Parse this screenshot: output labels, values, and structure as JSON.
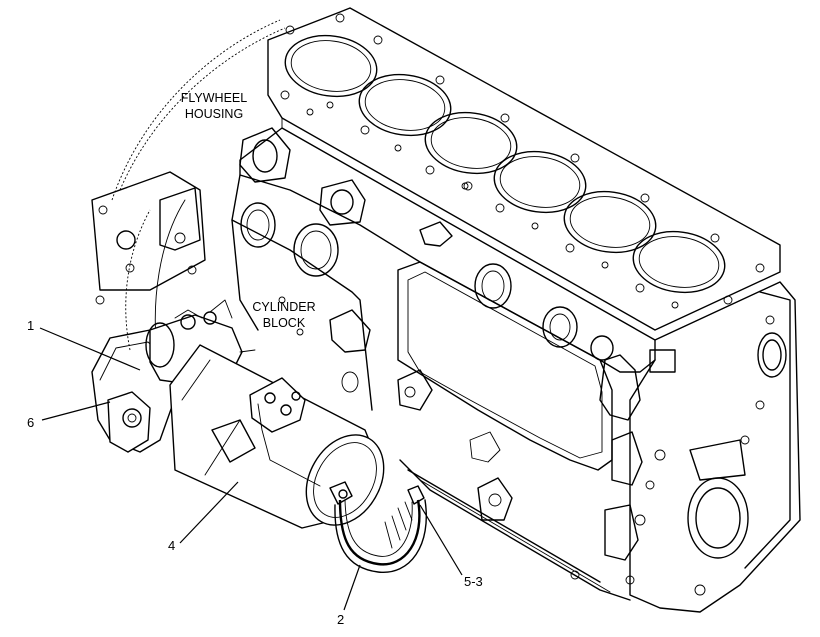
{
  "area_labels": {
    "flywheel_housing_line1": "FLYWHEEL",
    "flywheel_housing_line2": "HOUSING",
    "cylinder_block_line1": "CYLINDER",
    "cylinder_block_line2": "BLOCK"
  },
  "callouts": {
    "item_1": "1",
    "item_6": "6",
    "item_4": "4",
    "item_2": "2",
    "item_5_3": "5-3"
  }
}
